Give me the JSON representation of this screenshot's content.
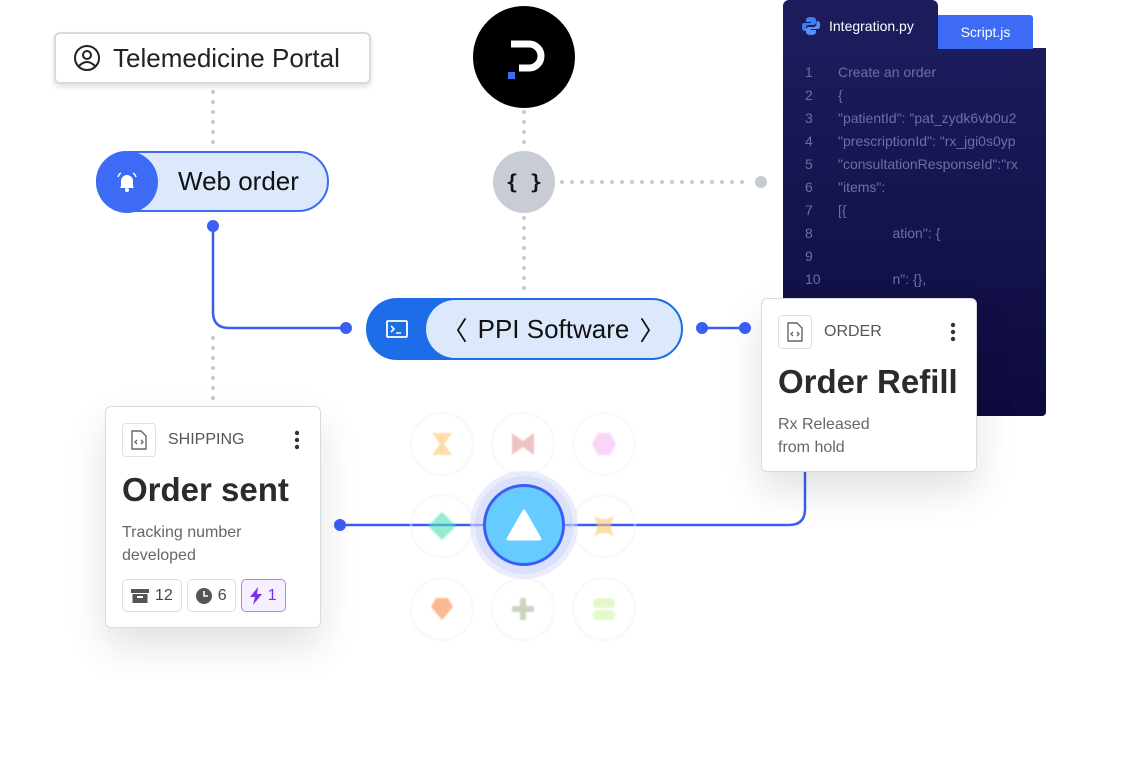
{
  "portal": {
    "label": "Telemedicine Portal",
    "icon": "user-circle-icon"
  },
  "web_order": {
    "label": "Web order",
    "icon": "bell-icon"
  },
  "ppi": {
    "label": "PPI Software",
    "left": "〈",
    "right": "〉",
    "icon": "terminal-icon"
  },
  "brace": {
    "label": "{ }"
  },
  "code": {
    "tabs": [
      {
        "label": "Integration.py",
        "icon": "python-icon"
      },
      {
        "label": "Script.js"
      }
    ],
    "lines": [
      {
        "n": "1",
        "t": "Create an order"
      },
      {
        "n": "2",
        "t": "{"
      },
      {
        "n": "3",
        "t": "\"patientId\": \"pat_zydk6vb0u2"
      },
      {
        "n": "4",
        "t": "\"prescriptionId\": \"rx_jgi0s0yp"
      },
      {
        "n": "5",
        "t": "\"consultationResponseId\":\"rx"
      },
      {
        "n": "6",
        "t": "\"items\":"
      },
      {
        "n": "7",
        "t": "[{"
      },
      {
        "n": "8",
        "t": "              ation\": {"
      },
      {
        "n": "9",
        "t": ""
      },
      {
        "n": "10",
        "t": "              n\": {},"
      }
    ]
  },
  "order_card": {
    "category": "ORDER",
    "title": "Order Refill",
    "desc1": "Rx Released",
    "desc2": "from hold"
  },
  "shipping_card": {
    "category": "SHIPPING",
    "title": "Order sent",
    "desc1": "Tracking number",
    "desc2": "developed",
    "badges": [
      {
        "icon": "archive-icon",
        "value": "12"
      },
      {
        "icon": "clock-icon",
        "value": "6"
      },
      {
        "icon": "lightning-icon",
        "value": "1"
      }
    ]
  },
  "colors": {
    "accent": "#3d6bf5",
    "center": "#66ccff",
    "code_bg": "#1c1b5c"
  }
}
